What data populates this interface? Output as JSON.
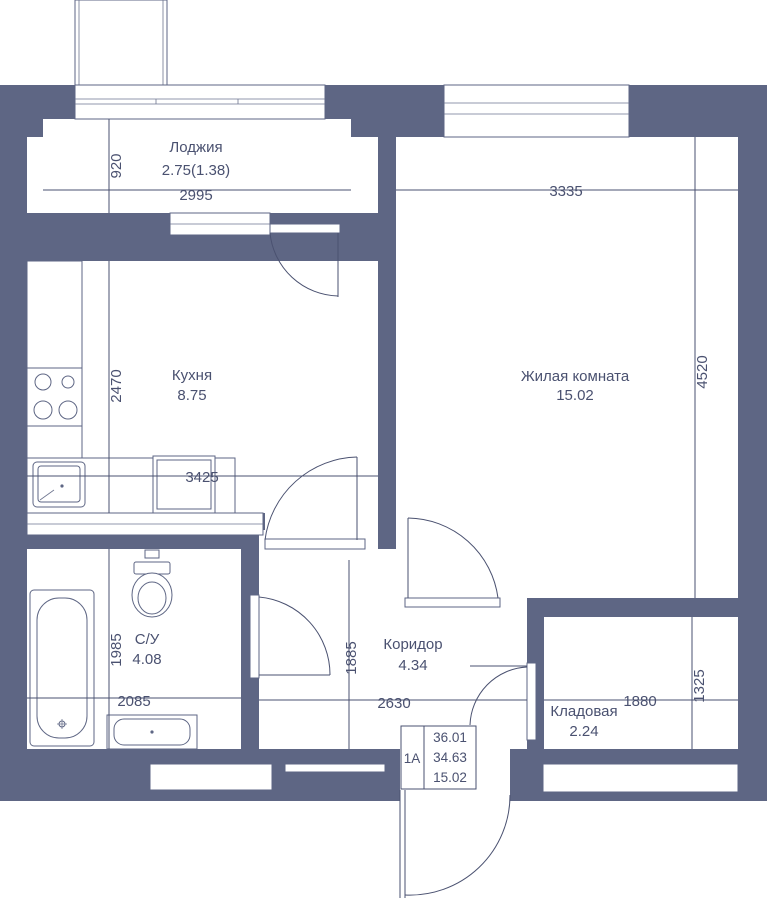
{
  "rooms": {
    "loggia": {
      "name": "Лоджия",
      "area": "2.75(1.38)"
    },
    "kitchen": {
      "name": "Кухня",
      "area": "8.75"
    },
    "living": {
      "name": "Жилая комната",
      "area": "15.02"
    },
    "bathroom": {
      "name": "С/У",
      "area": "4.08"
    },
    "corridor": {
      "name": "Коридор",
      "area": "4.34"
    },
    "storage": {
      "name": "Кладовая",
      "area": "2.24"
    }
  },
  "dimensions": {
    "loggia_depth": "920",
    "loggia_width": "2995",
    "living_width": "3335",
    "living_depth": "4520",
    "kitchen_depth": "2470",
    "kitchen_width": "3425",
    "bath_depth": "1985",
    "bath_width": "2085",
    "corridor_depth": "1885",
    "corridor_width": "2630",
    "storage_depth": "1325",
    "storage_width": "1880"
  },
  "passport": {
    "type": "1А",
    "total_area": "36.01",
    "living_area_total": "34.63",
    "living_area": "15.02"
  },
  "colors": {
    "wall": "#5e6684",
    "text": "#4a5170",
    "background": "#ffffff"
  }
}
